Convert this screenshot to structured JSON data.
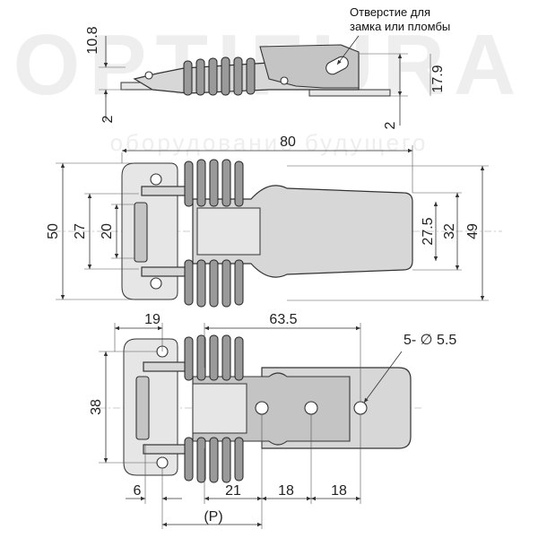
{
  "watermark": {
    "brand": "OPTIFURA",
    "tagline": "оборудование будущего"
  },
  "callouts": {
    "lock_hole_note_line1": "Отверстие для",
    "lock_hole_note_line2": "замка или пломбы",
    "holes_note": "5- ∅ 5.5"
  },
  "side_view": {
    "dim_height_small": "10.8",
    "dim_height_total": "17.9",
    "dim_base_left": "2",
    "dim_base_right": "2"
  },
  "top_view": {
    "dim_length": "80",
    "dim_width_outer": "50",
    "dim_width_inner": "27",
    "dim_width_slot": "20",
    "dim_right_27_5": "27.5",
    "dim_right_32": "32",
    "dim_right_49": "49"
  },
  "bottom_view": {
    "dim_19": "19",
    "dim_63_5": "63.5",
    "dim_38": "38",
    "dim_6": "6",
    "dim_21": "21",
    "dim_18a": "18",
    "dim_18b": "18",
    "dim_p": "(P)"
  },
  "colors": {
    "metal_light": "#d7d7d7",
    "metal_dark": "#9a9a9a",
    "line": "#333333"
  }
}
